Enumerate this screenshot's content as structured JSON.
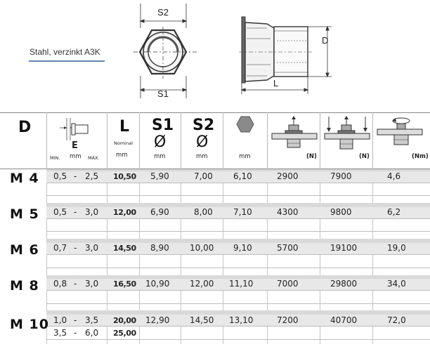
{
  "drawing": {
    "material_note": "Stahl, verzinkt A3K",
    "dim_s2": "S2",
    "dim_s1": "S1",
    "dim_d": "D",
    "dim_l": "L"
  },
  "headers": {
    "d": "D",
    "e": "E",
    "e_min": "MIN.",
    "e_mm": "mm",
    "e_max": "MÁX.",
    "l": "L",
    "l_nominal": "Nominal",
    "l_mm": "mm",
    "s1": "S1",
    "s1_sym": "Ø",
    "s1_mm": "mm",
    "s2": "S2",
    "s2_sym": "Ø",
    "s2_mm": "mm",
    "hex_mm": "mm",
    "force1_unit": "(N)",
    "force2_unit": "(N)",
    "torque_unit": "(Nm)"
  },
  "rows": [
    {
      "d": "M 4",
      "lines": [
        {
          "e_min": "0,5",
          "dash": "-",
          "e_max": "2,5",
          "l": "10,50"
        }
      ],
      "s1": "5,90",
      "s2": "7,00",
      "hex": "6,10",
      "f1": "2900",
      "f2": "7900",
      "torque": "4,6"
    },
    {
      "d": "M 5",
      "lines": [
        {
          "e_min": "0,5",
          "dash": "-",
          "e_max": "3,0",
          "l": "12,00"
        }
      ],
      "s1": "6,90",
      "s2": "8,00",
      "hex": "7,10",
      "f1": "4300",
      "f2": "9800",
      "torque": "6,2"
    },
    {
      "d": "M 6",
      "lines": [
        {
          "e_min": "0,7",
          "dash": "-",
          "e_max": "3,0",
          "l": "14,50"
        }
      ],
      "s1": "8,90",
      "s2": "10,00",
      "hex": "9,10",
      "f1": "5700",
      "f2": "19100",
      "torque": "19,0"
    },
    {
      "d": "M 8",
      "lines": [
        {
          "e_min": "0,8",
          "dash": "-",
          "e_max": "3,0",
          "l": "16,50"
        }
      ],
      "s1": "10,90",
      "s2": "12,00",
      "hex": "11,10",
      "f1": "7000",
      "f2": "29800",
      "torque": "34,0"
    },
    {
      "d": "M 10",
      "lines": [
        {
          "e_min": "1,0",
          "dash": "-",
          "e_max": "3,5",
          "l": "20,00"
        },
        {
          "e_min": "3,5",
          "dash": "-",
          "e_max": "6,0",
          "l": "25,00"
        }
      ],
      "s1": "12,90",
      "s2": "14,50",
      "hex": "13,10",
      "f1": "7200",
      "f2": "40700",
      "torque": "72,0"
    }
  ]
}
